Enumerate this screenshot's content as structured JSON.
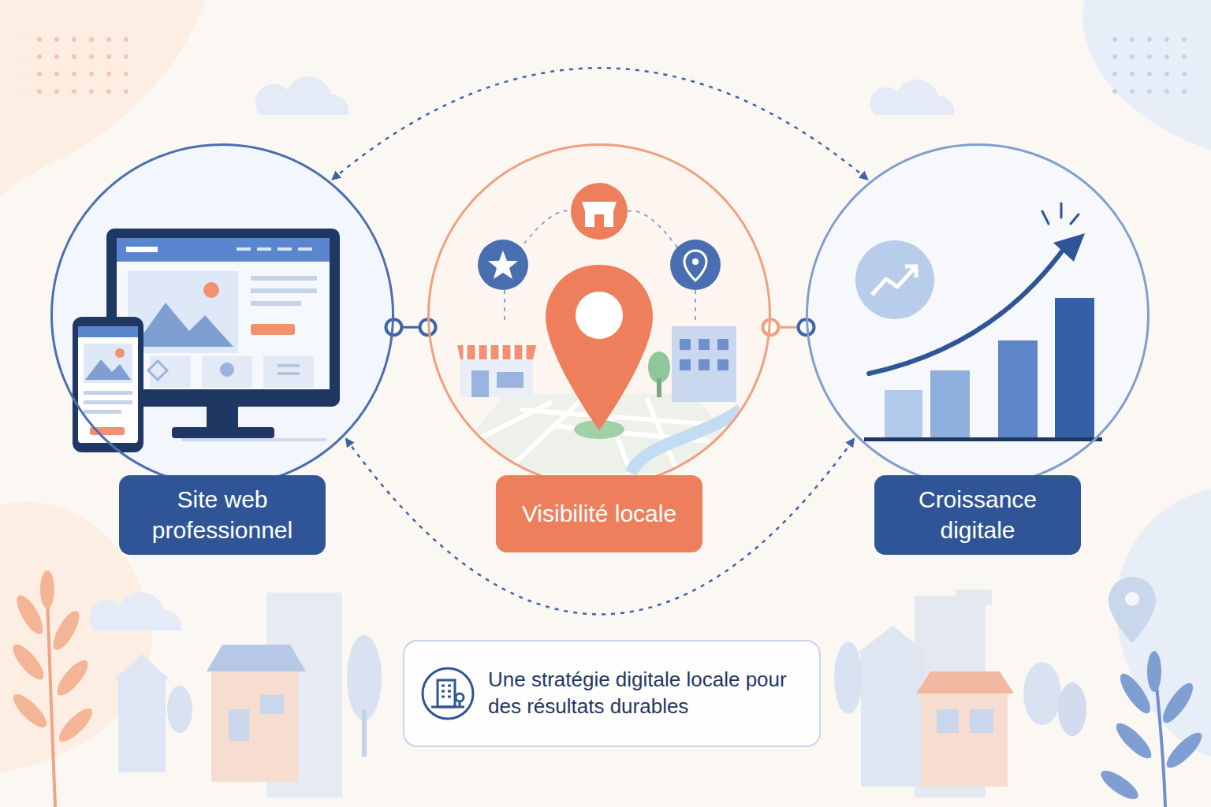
{
  "diagram": {
    "nodes": [
      {
        "text": [
          "Site web professionnel"
        ]
      },
      {
        "text": [
          "Visibilité locale"
        ]
      },
      {
        "text": [
          "Croissance digitale"
        ]
      },
      {
        "text": [
          "Une stratégie digitale locale pour des résultats durables"
        ]
      }
    ],
    "edges": [
      {
        "from": 0,
        "to": 1,
        "arrow": "none"
      },
      {
        "from": 1,
        "to": 2,
        "arrow": "none"
      },
      {
        "from": 0,
        "to": 2,
        "arrow": "both"
      },
      {
        "from": 0,
        "to": 2,
        "arrow": "both"
      }
    ]
  }
}
